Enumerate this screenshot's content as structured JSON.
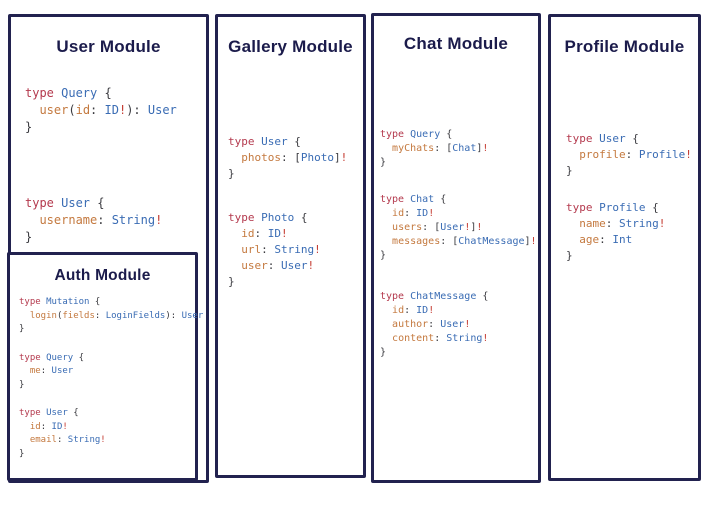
{
  "colors": {
    "border": "#22224f",
    "title": "#1b1b4b",
    "keyword": "#b43a4e",
    "type": "#3a6cb4",
    "field": "#c4793f",
    "punct": "#3b3b40",
    "bang": "#c43b31"
  },
  "modules": [
    {
      "id": "user",
      "title": "User Module",
      "blocks": [
        [
          [
            [
              "type ",
              "k"
            ],
            [
              "Query ",
              "t"
            ],
            [
              "{",
              "p"
            ]
          ],
          [
            [
              "  ",
              "p"
            ],
            [
              "user",
              "f"
            ],
            [
              "(",
              "p"
            ],
            [
              "id",
              "f"
            ],
            [
              ": ",
              "p"
            ],
            [
              "ID",
              "t"
            ],
            [
              "!",
              "b"
            ],
            [
              "): ",
              "p"
            ],
            [
              "User",
              "t"
            ]
          ],
          [
            [
              "}",
              "p"
            ]
          ]
        ],
        [
          [
            [
              "type ",
              "k"
            ],
            [
              "User ",
              "t"
            ],
            [
              "{",
              "p"
            ]
          ],
          [
            [
              "  ",
              "p"
            ],
            [
              "username",
              "f"
            ],
            [
              ": ",
              "p"
            ],
            [
              "String",
              "t"
            ],
            [
              "!",
              "b"
            ]
          ],
          [
            [
              "}",
              "p"
            ]
          ]
        ]
      ]
    },
    {
      "id": "auth",
      "title": "Auth Module",
      "blocks": [
        [
          [
            [
              "type ",
              "k"
            ],
            [
              "Mutation ",
              "t"
            ],
            [
              "{",
              "p"
            ]
          ],
          [
            [
              "  ",
              "p"
            ],
            [
              "login",
              "f"
            ],
            [
              "(",
              "p"
            ],
            [
              "fields",
              "f"
            ],
            [
              ": ",
              "p"
            ],
            [
              "LoginFields",
              "t"
            ],
            [
              "): ",
              "p"
            ],
            [
              "User",
              "t"
            ]
          ],
          [
            [
              "}",
              "p"
            ]
          ]
        ],
        [
          [
            [
              "type ",
              "k"
            ],
            [
              "Query ",
              "t"
            ],
            [
              "{",
              "p"
            ]
          ],
          [
            [
              "  ",
              "p"
            ],
            [
              "me",
              "f"
            ],
            [
              ": ",
              "p"
            ],
            [
              "User",
              "t"
            ]
          ],
          [
            [
              "}",
              "p"
            ]
          ]
        ],
        [
          [
            [
              "type ",
              "k"
            ],
            [
              "User ",
              "t"
            ],
            [
              "{",
              "p"
            ]
          ],
          [
            [
              "  ",
              "p"
            ],
            [
              "id",
              "f"
            ],
            [
              ": ",
              "p"
            ],
            [
              "ID",
              "t"
            ],
            [
              "!",
              "b"
            ]
          ],
          [
            [
              "  ",
              "p"
            ],
            [
              "email",
              "f"
            ],
            [
              ": ",
              "p"
            ],
            [
              "String",
              "t"
            ],
            [
              "!",
              "b"
            ]
          ],
          [
            [
              "}",
              "p"
            ]
          ]
        ]
      ]
    },
    {
      "id": "gallery",
      "title": "Gallery Module",
      "blocks": [
        [
          [
            [
              "type ",
              "k"
            ],
            [
              "User ",
              "t"
            ],
            [
              "{",
              "p"
            ]
          ],
          [
            [
              "  ",
              "p"
            ],
            [
              "photos",
              "f"
            ],
            [
              ": [",
              "p"
            ],
            [
              "Photo",
              "t"
            ],
            [
              "]",
              "p"
            ],
            [
              "!",
              "b"
            ]
          ],
          [
            [
              "}",
              "p"
            ]
          ]
        ],
        [
          [
            [
              "type ",
              "k"
            ],
            [
              "Photo ",
              "t"
            ],
            [
              "{",
              "p"
            ]
          ],
          [
            [
              "  ",
              "p"
            ],
            [
              "id",
              "f"
            ],
            [
              ": ",
              "p"
            ],
            [
              "ID",
              "t"
            ],
            [
              "!",
              "b"
            ]
          ],
          [
            [
              "  ",
              "p"
            ],
            [
              "url",
              "f"
            ],
            [
              ": ",
              "p"
            ],
            [
              "String",
              "t"
            ],
            [
              "!",
              "b"
            ]
          ],
          [
            [
              "  ",
              "p"
            ],
            [
              "user",
              "f"
            ],
            [
              ": ",
              "p"
            ],
            [
              "User",
              "t"
            ],
            [
              "!",
              "b"
            ]
          ],
          [
            [
              "}",
              "p"
            ]
          ]
        ]
      ]
    },
    {
      "id": "chat",
      "title": "Chat Module",
      "blocks": [
        [
          [
            [
              "type ",
              "k"
            ],
            [
              "Query ",
              "t"
            ],
            [
              "{",
              "p"
            ]
          ],
          [
            [
              "  ",
              "p"
            ],
            [
              "myChats",
              "f"
            ],
            [
              ": [",
              "p"
            ],
            [
              "Chat",
              "t"
            ],
            [
              "]",
              "p"
            ],
            [
              "!",
              "b"
            ]
          ],
          [
            [
              "}",
              "p"
            ]
          ]
        ],
        [
          [
            [
              "type ",
              "k"
            ],
            [
              "Chat ",
              "t"
            ],
            [
              "{",
              "p"
            ]
          ],
          [
            [
              "  ",
              "p"
            ],
            [
              "id",
              "f"
            ],
            [
              ": ",
              "p"
            ],
            [
              "ID",
              "t"
            ],
            [
              "!",
              "b"
            ]
          ],
          [
            [
              "  ",
              "p"
            ],
            [
              "users",
              "f"
            ],
            [
              ": [",
              "p"
            ],
            [
              "User",
              "t"
            ],
            [
              "!",
              "b"
            ],
            [
              "]",
              "p"
            ],
            [
              "!",
              "b"
            ]
          ],
          [
            [
              "  ",
              "p"
            ],
            [
              "messages",
              "f"
            ],
            [
              ": [",
              "p"
            ],
            [
              "ChatMessage",
              "t"
            ],
            [
              "]",
              "p"
            ],
            [
              "!",
              "b"
            ]
          ],
          [
            [
              "}",
              "p"
            ]
          ]
        ],
        [
          [
            [
              "type ",
              "k"
            ],
            [
              "ChatMessage ",
              "t"
            ],
            [
              "{",
              "p"
            ]
          ],
          [
            [
              "  ",
              "p"
            ],
            [
              "id",
              "f"
            ],
            [
              ": ",
              "p"
            ],
            [
              "ID",
              "t"
            ],
            [
              "!",
              "b"
            ]
          ],
          [
            [
              "  ",
              "p"
            ],
            [
              "author",
              "f"
            ],
            [
              ": ",
              "p"
            ],
            [
              "User",
              "t"
            ],
            [
              "!",
              "b"
            ]
          ],
          [
            [
              "  ",
              "p"
            ],
            [
              "content",
              "f"
            ],
            [
              ": ",
              "p"
            ],
            [
              "String",
              "t"
            ],
            [
              "!",
              "b"
            ]
          ],
          [
            [
              "}",
              "p"
            ]
          ]
        ]
      ]
    },
    {
      "id": "profile",
      "title": "Profile Module",
      "blocks": [
        [
          [
            [
              "type ",
              "k"
            ],
            [
              "User ",
              "t"
            ],
            [
              "{",
              "p"
            ]
          ],
          [
            [
              "  ",
              "p"
            ],
            [
              "profile",
              "f"
            ],
            [
              ": ",
              "p"
            ],
            [
              "Profile",
              "t"
            ],
            [
              "!",
              "b"
            ]
          ],
          [
            [
              "}",
              "p"
            ]
          ]
        ],
        [
          [
            [
              "type ",
              "k"
            ],
            [
              "Profile ",
              "t"
            ],
            [
              "{",
              "p"
            ]
          ],
          [
            [
              "  ",
              "p"
            ],
            [
              "name",
              "f"
            ],
            [
              ": ",
              "p"
            ],
            [
              "String",
              "t"
            ],
            [
              "!",
              "b"
            ]
          ],
          [
            [
              "  ",
              "p"
            ],
            [
              "age",
              "f"
            ],
            [
              ": ",
              "p"
            ],
            [
              "Int",
              "t"
            ]
          ],
          [
            [
              "}",
              "p"
            ]
          ]
        ]
      ]
    }
  ]
}
